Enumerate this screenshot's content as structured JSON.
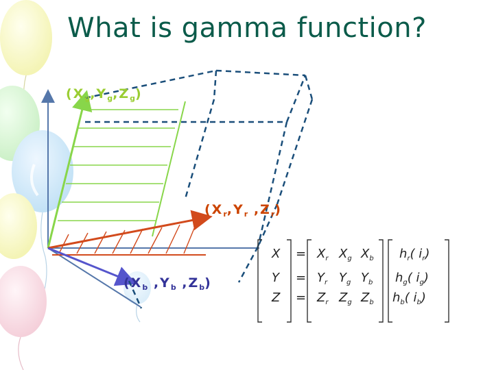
{
  "title": "What is gamma function?",
  "labels": {
    "green": {
      "open": "(X",
      "s1": "g",
      "c1": ",Y",
      "s2": "g",
      "c2": ",Z",
      "s3": "g",
      "close": ")"
    },
    "red": {
      "open": "(X",
      "s1": "r",
      "c1": ",Y",
      "s2": "r",
      "c2": " ,Z",
      "s3": "r",
      "close": ")"
    },
    "blue": {
      "open": "(X",
      "s1": "b",
      "c1": " ,Y",
      "s2": "b",
      "c2": " ,Z",
      "s3": "b",
      "close": ")"
    }
  },
  "equation": {
    "lhs": [
      "X",
      "Y",
      "Z"
    ],
    "eq": "=",
    "matrix": [
      [
        {
          "v": "X",
          "s": "r"
        },
        {
          "v": "X",
          "s": "g"
        },
        {
          "v": "X",
          "s": "b"
        }
      ],
      [
        {
          "v": "Y",
          "s": "r"
        },
        {
          "v": "Y",
          "s": "g"
        },
        {
          "v": "Y",
          "s": "b"
        }
      ],
      [
        {
          "v": "Z",
          "s": "r"
        },
        {
          "v": "Z",
          "s": "g"
        },
        {
          "v": "Z",
          "s": "b"
        }
      ]
    ],
    "vector": [
      {
        "h": "h",
        "hs": "r",
        "i": "( i",
        "is": "r",
        "close": ")"
      },
      {
        "h": "h",
        "hs": "g",
        "i": "( i",
        "is": "g",
        "close": ")"
      },
      {
        "h": "h",
        "hs": "b",
        "i": "( i",
        "is": "b",
        "close": ")"
      }
    ]
  },
  "colors": {
    "title": "#0b5b4a",
    "green": "#88d64a",
    "red": "#d24a1c",
    "blue": "#5555cc",
    "dashed": "#1a4e7a",
    "axis": "#5577aa"
  }
}
